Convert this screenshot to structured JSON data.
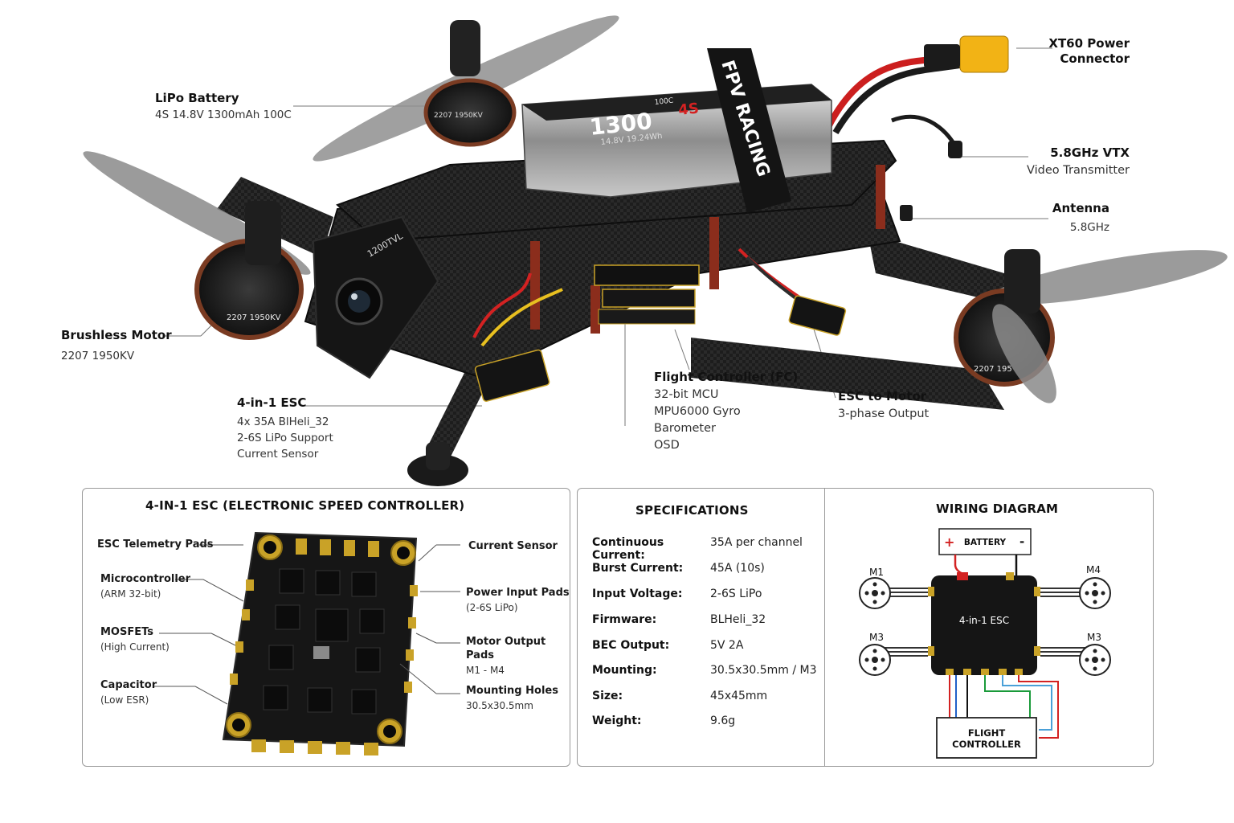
{
  "callouts": {
    "battery": {
      "title": "LiPo Battery",
      "sub": "4S 14.8V 1300mAh 100C"
    },
    "motor": {
      "title": "Brushless Motor",
      "sub": "2207 1950KV"
    },
    "esc": {
      "title": "4-in-1 ESC",
      "sub1": "4x 35A BlHeli_32",
      "sub2": "2-6S LiPo Support",
      "sub3": "Current Sensor"
    },
    "fc": {
      "title": "Flight Controller (FC)",
      "sub1": "32-bit MCU",
      "sub2": "MPU6000 Gyro",
      "sub3": "Barometer",
      "sub4": "OSD"
    },
    "esc_motor": {
      "title": "ESC to Motor",
      "sub": "3-phase Output"
    },
    "xt60": {
      "title1": "XT60 Power",
      "title2": "Connector"
    },
    "vtx": {
      "title": "5.8GHz VTX",
      "sub": "Video Transmitter"
    },
    "antenna": {
      "title": "Antenna",
      "sub": "5.8GHz"
    }
  },
  "drone_text": {
    "battery_brand": "1300",
    "battery_cells": "4S",
    "battery_small": "14.8V 19.24Wh",
    "battery_rating": "100C",
    "strap": "FPV RACING",
    "motor_lbl_left": "2207 1950KV",
    "motor_lbl_right": "2207 195",
    "motor_lbl_top": "2207 1950KV",
    "camera": "1200TVL"
  },
  "esc_panel": {
    "title": "4-IN-1 ESC (ELECTRONIC SPEED CONTROLLER)",
    "labels": {
      "telemetry": {
        "title": "ESC Telemetry Pads"
      },
      "mcu": {
        "title": "Microcontroller",
        "sub": "(ARM 32-bit)"
      },
      "mosfets": {
        "title": "MOSFETs",
        "sub": "(High Current)"
      },
      "capacitor": {
        "title": "Capacitor",
        "sub": "(Low ESR)"
      },
      "current": {
        "title": "Current Sensor"
      },
      "power": {
        "title": "Power Input Pads",
        "sub": "(2-6S LiPo)"
      },
      "motor_out": {
        "title": "Motor Output Pads",
        "sub": "M1 - M4"
      },
      "mounting": {
        "title": "Mounting Holes",
        "sub": "30.5x30.5mm"
      }
    }
  },
  "specs": {
    "title": "SPECIFICATIONS",
    "rows": [
      {
        "k": "Continuous Current:",
        "v": "35A per channel"
      },
      {
        "k": "Burst Current:",
        "v": "45A (10s)"
      },
      {
        "k": "Input Voltage:",
        "v": "2-6S LiPo"
      },
      {
        "k": "Firmware:",
        "v": "BLHeli_32"
      },
      {
        "k": "BEC Output:",
        "v": "5V 2A"
      },
      {
        "k": "Mounting:",
        "v": "30.5x30.5mm / M3"
      },
      {
        "k": "Size:",
        "v": "45x45mm"
      },
      {
        "k": "Weight:",
        "v": "9.6g"
      }
    ]
  },
  "wiring": {
    "title": "WIRING DIAGRAM",
    "battery": "BATTERY",
    "plus": "+",
    "minus": "-",
    "esc": "4-in-1 ESC",
    "fc1": "FLIGHT",
    "fc2": "CONTROLLER",
    "m1": "M1",
    "m4": "M4",
    "m3a": "M3",
    "m3b": "M3"
  },
  "colors": {
    "frame": "#1c1c1c",
    "wire_red": "#d32222",
    "xt60": "#f2b315",
    "copper": "#7a3b22",
    "gold": "#c9a227",
    "panel_border": "#9a9a9a"
  }
}
